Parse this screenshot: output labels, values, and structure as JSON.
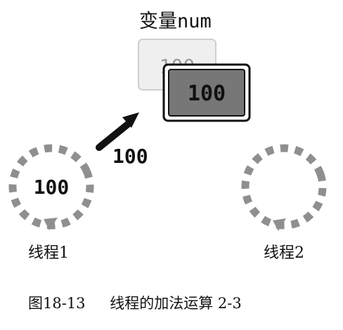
{
  "variable": {
    "title": "变量num",
    "old_value": "100",
    "new_value": "100"
  },
  "transfer": {
    "value": "100"
  },
  "threads": [
    {
      "label": "线程1",
      "value": "100"
    },
    {
      "label": "线程2",
      "value": ""
    }
  ],
  "caption": {
    "figure": "图18-13",
    "text": "线程的加法运算 2-3"
  },
  "colors": {
    "ink": "#111111",
    "dash": "#8f8f8f",
    "card_back_fill": "#efefef",
    "card_back_border": "#cfcfcf",
    "card_front_fill": "#777777",
    "card_front_border": "#111111"
  },
  "icons": {
    "thread1": "dashed-cycle-arrow-icon",
    "thread2": "dashed-cycle-arrow-icon",
    "transfer": "diagonal-arrow-icon"
  }
}
